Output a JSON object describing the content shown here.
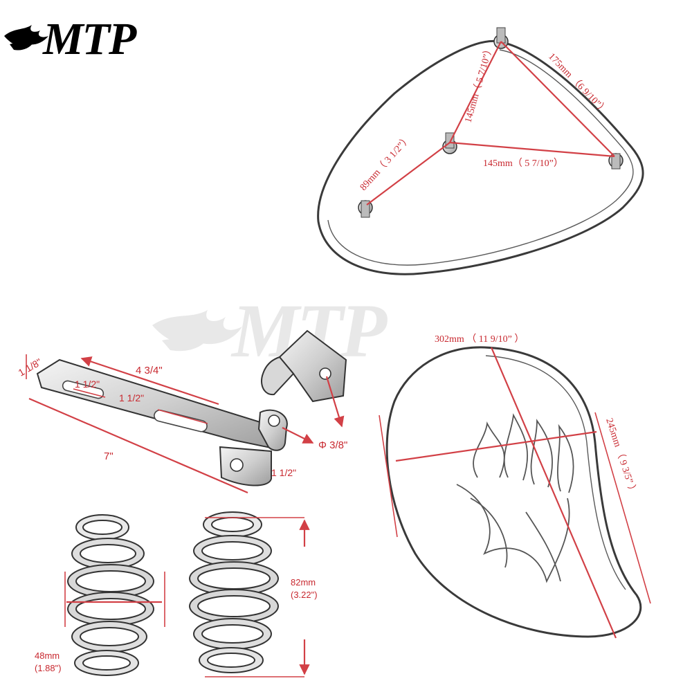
{
  "brand": {
    "logo_text": "MTP",
    "watermark_text": "MTP",
    "logo_color": "#000000",
    "watermark_color": "#e6e6e6"
  },
  "colors": {
    "dimension": "#c8282f",
    "outline": "#3a3a3a"
  },
  "seat_top": {
    "labels": {
      "d_175": "175mm （6 9/10”）",
      "d_145a": "145mm（ 5 7/10”）",
      "d_145b": "145mm（ 5 7/10”）",
      "d_89": "89mm（ 3 1/2”）"
    }
  },
  "bracket": {
    "labels": {
      "w_1_1_8": "1 1/8\"",
      "l_4_3_4": "4 3/4\"",
      "s_1_1_2a": "1 1/2\"",
      "s_1_1_2b": "1 1/2\"",
      "l_7": "7\"",
      "h_1_1_2": "1 1/2\"",
      "hole": "Φ 3/8\""
    }
  },
  "seat_flame": {
    "labels": {
      "width": "302mm （ 11 9/10” ）",
      "length": "245mm （ 9 3/5” ）"
    }
  },
  "springs": {
    "labels": {
      "diameter_mm": "48mm",
      "diameter_in": "(1.88\")",
      "height_mm": "82mm",
      "height_in": "(3.22\")"
    }
  }
}
